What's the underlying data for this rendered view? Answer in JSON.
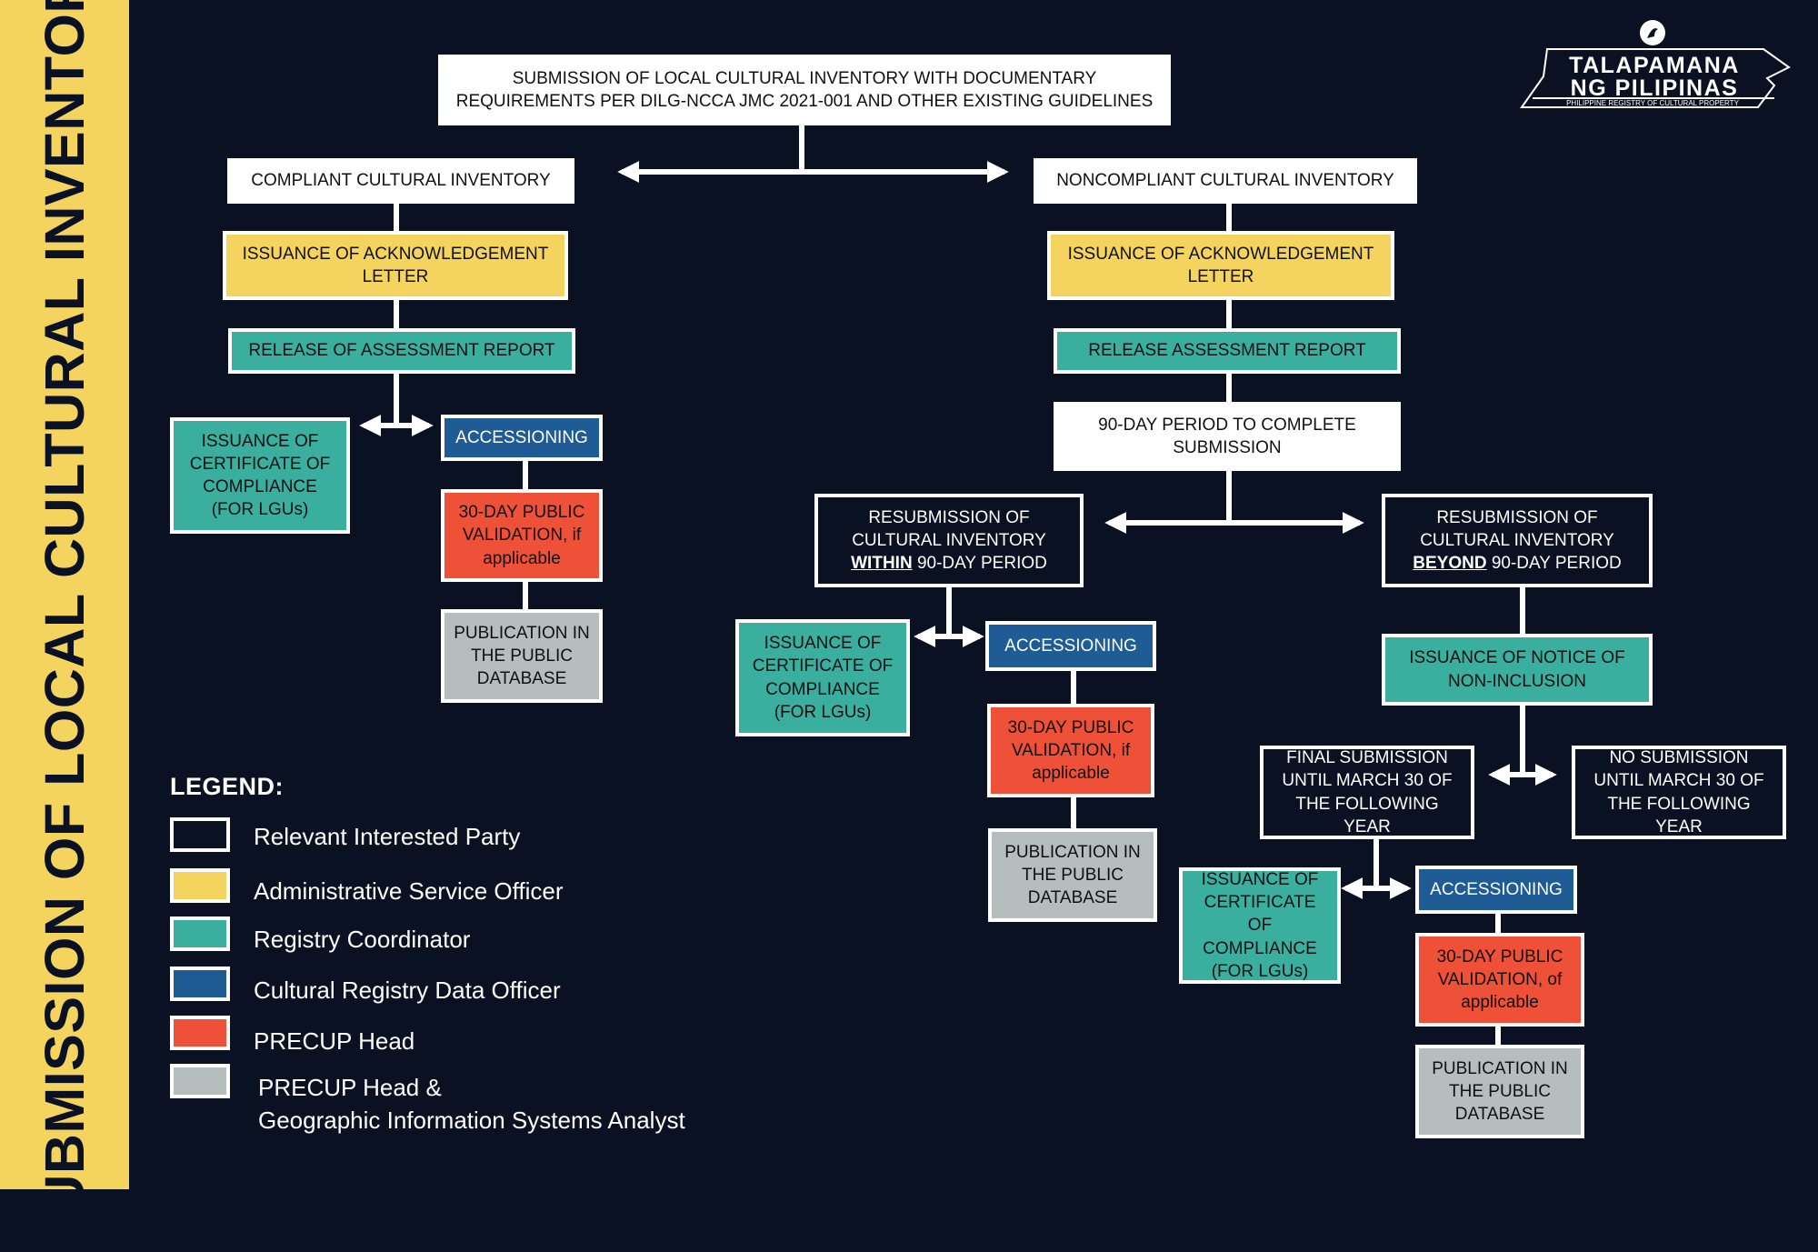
{
  "sidebar": {
    "title": "SUBMISSION OF LOCAL CULTURAL INVENTORY"
  },
  "logo": {
    "line1": "TALAPAMANA",
    "line2": "NG PILIPINAS",
    "tagline": "PHILIPPINE REGISTRY OF CULTURAL PROPERTY"
  },
  "colors": {
    "background": "#0a1122",
    "relevant_interested_party": "#0a1122",
    "administrative_service_officer": "#f4d35e",
    "registry_coordinator": "#3aafa0",
    "cultural_registry_data_officer": "#1f5c96",
    "precup_head": "#ee5137",
    "precup_head_gis": "#b5bdbd"
  },
  "flow": {
    "start": "SUBMISSION OF LOCAL CULTURAL INVENTORY WITH DOCUMENTARY REQUIREMENTS PER DILG-NCCA JMC 2021-001 AND OTHER EXISTING GUIDELINES",
    "compliant": {
      "title": "COMPLIANT CULTURAL INVENTORY",
      "ack": "ISSUANCE OF ACKNOWLEDGEMENT LETTER",
      "report": "RELEASE OF ASSESSMENT REPORT",
      "certificate": "ISSUANCE OF CERTIFICATE OF COMPLIANCE (FOR LGUs)",
      "accessioning": "ACCESSIONING",
      "validation": "30-DAY PUBLIC VALIDATION, if applicable",
      "publication": "PUBLICATION IN THE PUBLIC DATABASE"
    },
    "noncompliant": {
      "title": "NONCOMPLIANT CULTURAL INVENTORY",
      "ack": "ISSUANCE OF ACKNOWLEDGEMENT LETTER",
      "report": "RELEASE ASSESSMENT REPORT",
      "period": "90-DAY PERIOD TO COMPLETE SUBMISSION",
      "within": {
        "line1": "RESUBMISSION OF CULTURAL INVENTORY",
        "emph": "WITHIN",
        "line2": "90-DAY PERIOD",
        "certificate": "ISSUANCE OF CERTIFICATE OF COMPLIANCE (FOR LGUs)",
        "accessioning": "ACCESSIONING",
        "validation": "30-DAY PUBLIC VALIDATION, if applicable",
        "publication": "PUBLICATION IN THE PUBLIC DATABASE"
      },
      "beyond": {
        "line1": "RESUBMISSION OF CULTURAL INVENTORY",
        "emph": "BEYOND",
        "line2": "90-DAY PERIOD",
        "notice": "ISSUANCE OF NOTICE OF NON-INCLUSION",
        "final": "FINAL SUBMISSION UNTIL MARCH 30 OF THE FOLLOWING YEAR",
        "none": "NO SUBMISSION UNTIL MARCH 30 OF THE FOLLOWING YEAR",
        "certificate": "ISSUANCE OF CERTIFICATE OF COMPLIANCE (FOR LGUs)",
        "accessioning": "ACCESSIONING",
        "validation": "30-DAY PUBLIC VALIDATION, of applicable",
        "publication": "PUBLICATION IN THE PUBLIC DATABASE"
      }
    }
  },
  "legend": {
    "title": "LEGEND:",
    "items": [
      {
        "label": "Relevant Interested Party"
      },
      {
        "label": "Administrative Service Officer"
      },
      {
        "label": "Registry Coordinator"
      },
      {
        "label": "Cultural Registry Data Officer"
      },
      {
        "label": "PRECUP Head"
      },
      {
        "label": "PRECUP Head &",
        "label2": "Geographic Information Systems Analyst"
      }
    ]
  }
}
